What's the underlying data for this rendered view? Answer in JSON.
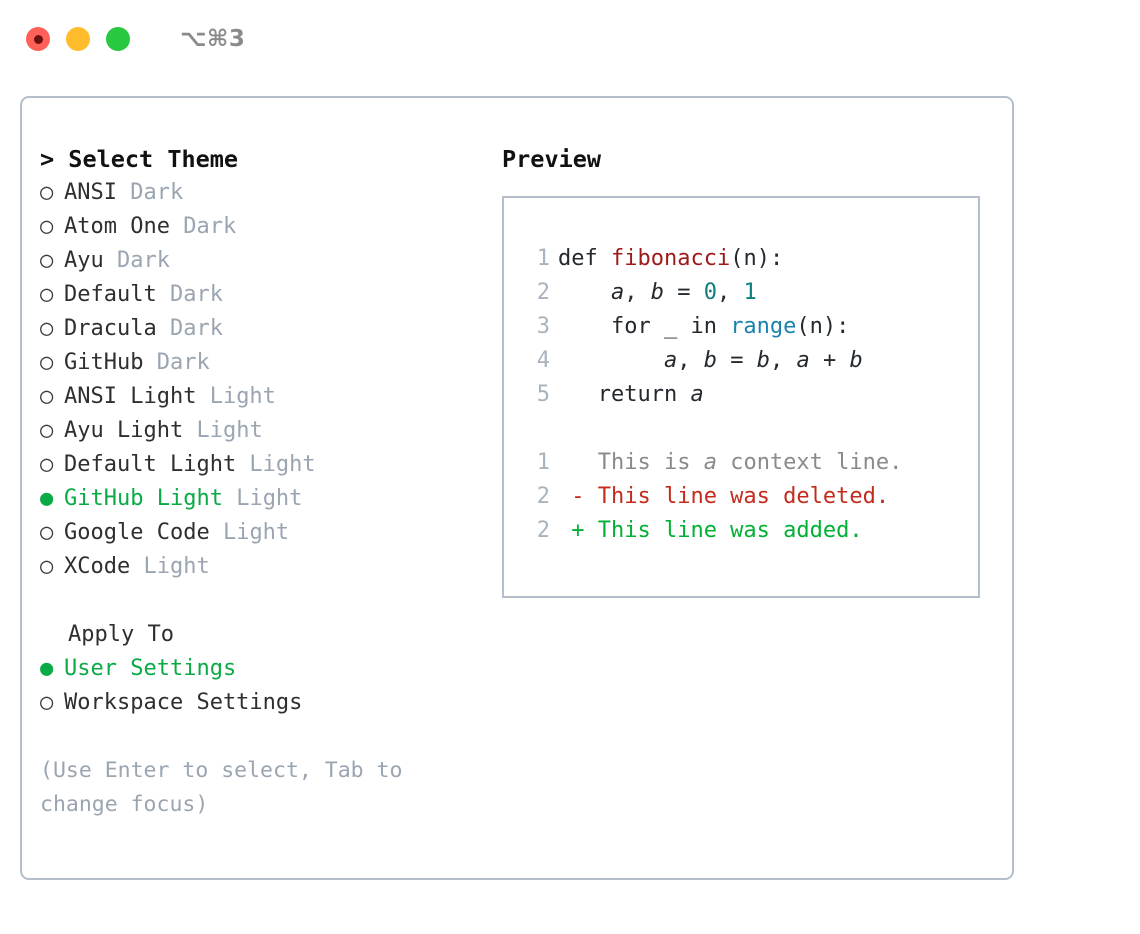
{
  "titlebar": {
    "shortcut": "⌥⌘3",
    "lights": [
      "close-red",
      "minimize-yellow",
      "maximize-green"
    ]
  },
  "theme_picker": {
    "heading": "> Select Theme",
    "bullet_selected": "●",
    "bullet_unselected": "○",
    "accent_color": "#0aaa46",
    "tag_color": "#9aa5b1",
    "items": [
      {
        "name": "ANSI",
        "tag": "Dark",
        "selected": false
      },
      {
        "name": "Atom One",
        "tag": "Dark",
        "selected": false
      },
      {
        "name": "Ayu",
        "tag": "Dark",
        "selected": false
      },
      {
        "name": "Default",
        "tag": "Dark",
        "selected": false
      },
      {
        "name": "Dracula",
        "tag": "Dark",
        "selected": false
      },
      {
        "name": "GitHub",
        "tag": "Dark",
        "selected": false
      },
      {
        "name": "ANSI Light",
        "tag": "Light",
        "selected": false
      },
      {
        "name": "Ayu Light",
        "tag": "Light",
        "selected": false
      },
      {
        "name": "Default Light",
        "tag": "Light",
        "selected": false
      },
      {
        "name": "GitHub Light",
        "tag": "Light",
        "selected": true
      },
      {
        "name": "Google Code",
        "tag": "Light",
        "selected": false
      },
      {
        "name": "XCode",
        "tag": "Light",
        "selected": false
      }
    ]
  },
  "apply_to": {
    "heading": "Apply To",
    "items": [
      {
        "name": "User Settings",
        "selected": true
      },
      {
        "name": "Workspace Settings",
        "selected": false
      }
    ]
  },
  "hint": "(Use Enter to select, Tab to change focus)",
  "preview": {
    "title": "Preview",
    "code": [
      {
        "ln": "1",
        "tokens": [
          {
            "t": "def ",
            "c": "plain"
          },
          {
            "t": "fibonacci",
            "c": "fn"
          },
          {
            "t": "(n):",
            "c": "plain"
          }
        ]
      },
      {
        "ln": "2",
        "tokens": [
          {
            "t": "    ",
            "c": "plain"
          },
          {
            "t": "a",
            "c": "var"
          },
          {
            "t": ", ",
            "c": "plain"
          },
          {
            "t": "b",
            "c": "var"
          },
          {
            "t": " = ",
            "c": "plain"
          },
          {
            "t": "0",
            "c": "num"
          },
          {
            "t": ", ",
            "c": "plain"
          },
          {
            "t": "1",
            "c": "num"
          }
        ]
      },
      {
        "ln": "3",
        "tokens": [
          {
            "t": "    for _ in ",
            "c": "plain"
          },
          {
            "t": "range",
            "c": "bi"
          },
          {
            "t": "(n):",
            "c": "plain"
          }
        ]
      },
      {
        "ln": "4",
        "tokens": [
          {
            "t": "        ",
            "c": "plain"
          },
          {
            "t": "a",
            "c": "var"
          },
          {
            "t": ", ",
            "c": "plain"
          },
          {
            "t": "b",
            "c": "var"
          },
          {
            "t": " = ",
            "c": "plain"
          },
          {
            "t": "b",
            "c": "var"
          },
          {
            "t": ", ",
            "c": "plain"
          },
          {
            "t": "a",
            "c": "var"
          },
          {
            "t": " + ",
            "c": "plain"
          },
          {
            "t": "b",
            "c": "var"
          }
        ]
      },
      {
        "ln": "5",
        "tokens": [
          {
            "t": "   return ",
            "c": "plain"
          },
          {
            "t": "a",
            "c": "var"
          }
        ]
      },
      {
        "blank": true
      },
      {
        "ln": "1",
        "tokens": [
          {
            "t": "   This is ",
            "c": "ctx"
          },
          {
            "t": "a",
            "c": "ctx-var"
          },
          {
            "t": " context line.",
            "c": "ctx"
          }
        ]
      },
      {
        "ln": "2",
        "tokens": [
          {
            "t": " - This line was deleted.",
            "c": "del"
          }
        ]
      },
      {
        "ln": "2",
        "tokens": [
          {
            "t": " + This line was added.",
            "c": "add"
          }
        ]
      }
    ],
    "colors": {
      "function": "#9e1a1a",
      "number": "#0d7e7e",
      "builtin": "#1a82ad",
      "context": "#8a8a8a",
      "deleted": "#c42b1c",
      "added": "#04b034",
      "line_number": "#a8b3bd"
    }
  }
}
